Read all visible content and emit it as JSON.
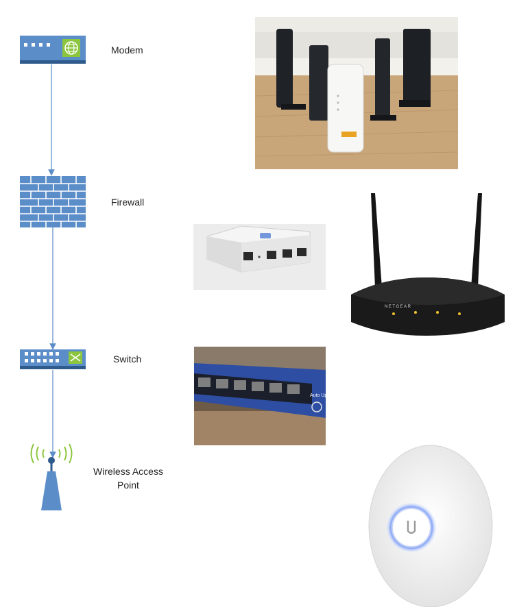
{
  "nodes": [
    {
      "id": "modem",
      "label": "Modem",
      "icon": "modem-icon"
    },
    {
      "id": "firewall",
      "label": "Firewall",
      "icon": "firewall-icon"
    },
    {
      "id": "switch",
      "label": "Switch",
      "icon": "switch-icon"
    },
    {
      "id": "wap",
      "label": "Wireless Access Point",
      "icon": "wireless-tower-icon"
    }
  ],
  "photos": [
    {
      "id": "modem-photo",
      "depicts": "modems"
    },
    {
      "id": "firewall-photo",
      "depicts": "security gateway"
    },
    {
      "id": "router-photo",
      "depicts": "wireless router",
      "brand": "NETGEAR"
    },
    {
      "id": "switch-photo",
      "depicts": "network switch",
      "text": "Auto Uplink"
    },
    {
      "id": "ap-photo",
      "depicts": "ceiling access point"
    }
  ],
  "colors": {
    "icon_blue": "#5b8dc9",
    "icon_dark": "#2e5a8c",
    "arrow": "#5b8dc9",
    "wifi_green": "#8cc63f",
    "ap_glow": "#4f7df0"
  }
}
